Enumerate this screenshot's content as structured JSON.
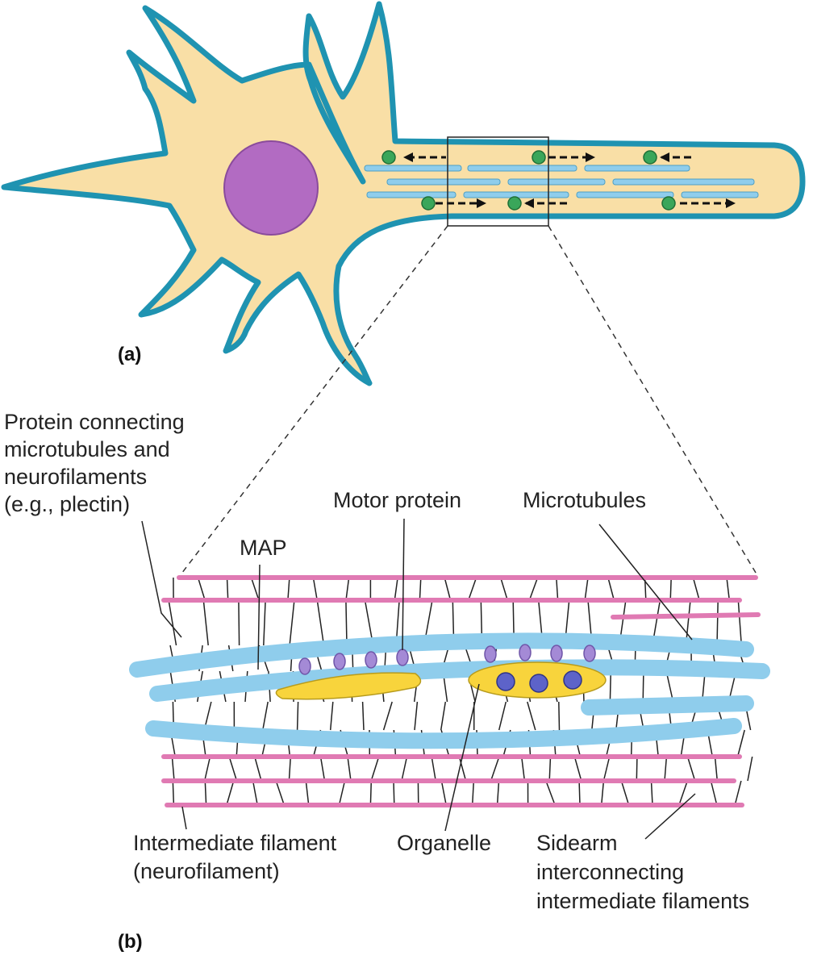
{
  "panel_a": {
    "label": "(a)"
  },
  "panel_b": {
    "label": "(b)",
    "labels": {
      "protein_connecting": [
        "Protein connecting",
        "microtubules and",
        "neurofilaments",
        "(e.g., plectin)"
      ],
      "map": "MAP",
      "motor_protein": "Motor protein",
      "microtubules": "Microtubules",
      "intermediate_filament": [
        "Intermediate filament",
        "(neurofilament)"
      ],
      "organelle": "Organelle",
      "sidearm": [
        "Sidearm",
        "interconnecting",
        "intermediate filaments"
      ]
    }
  },
  "colors": {
    "cell_fill": "#f9dfa6",
    "membrane": "#1f93b1",
    "nucleus": "#b26bc2",
    "microtubule": "#8fcdec",
    "neurofilament": "#e07ab3",
    "vesicle": "#3aa65a",
    "organelle": "#f8d43c",
    "organelle_core": "#5d63c9",
    "motor": "#a48ad6"
  }
}
